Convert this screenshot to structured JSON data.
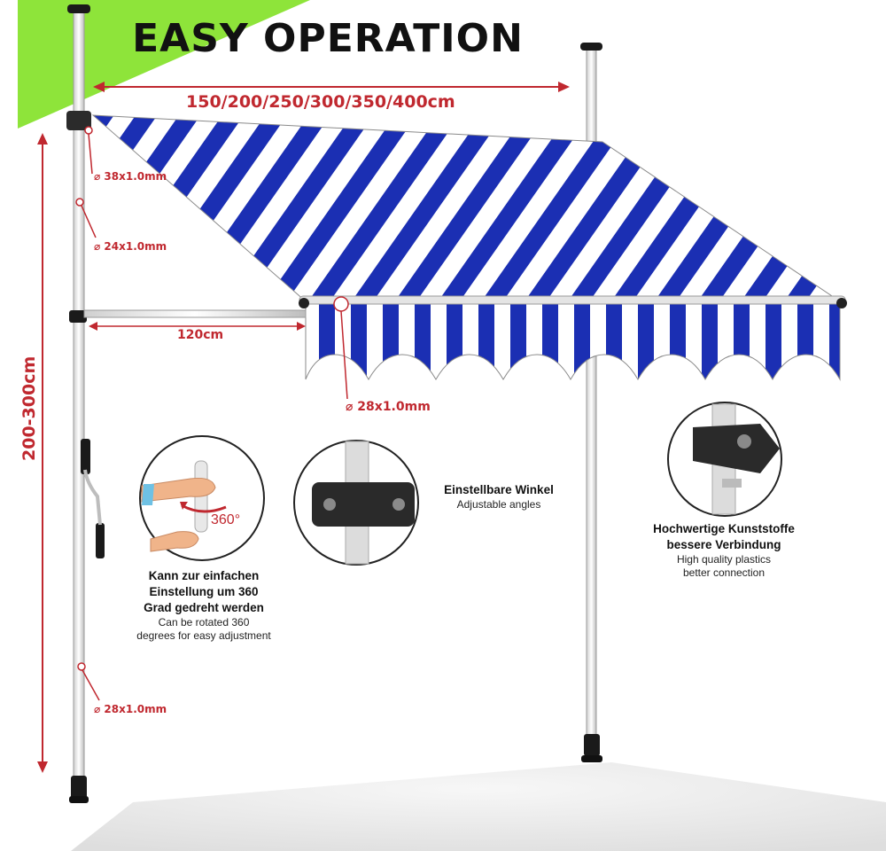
{
  "title": "EASY OPERATION",
  "dimensions": {
    "width": "150/200/250/300/350/400cm",
    "arm_length": "120cm",
    "height": "200-300cm"
  },
  "specs": {
    "top_pole": "⌀ 38x1.0mm",
    "mid_pole": "⌀ 24x1.0mm",
    "front_bar": "⌀ 28x1.0mm",
    "lower_pole": "⌀ 28x1.0mm"
  },
  "features": {
    "rotation": {
      "de_lines": [
        "Kann zur einfachen",
        "Einstellung um 360",
        "Grad gedreht werden"
      ],
      "en_lines": [
        "Can be rotated 360",
        "degrees for easy adjustment"
      ],
      "badge": "360°"
    },
    "angles": {
      "de_lines": [
        "Einstellbare Winkel"
      ],
      "en_lines": [
        "Adjustable angles"
      ]
    },
    "plastics": {
      "de_lines": [
        "Hochwertige Kunststoffe",
        "bessere Verbindung"
      ],
      "en_lines": [
        "High quality plastics",
        "better connection"
      ]
    }
  },
  "colors": {
    "stripe_blue": "#1b2fb3",
    "accent_green": "#8ee43a",
    "dimension_red": "#c0282f",
    "floor_grey": "#ececec"
  }
}
